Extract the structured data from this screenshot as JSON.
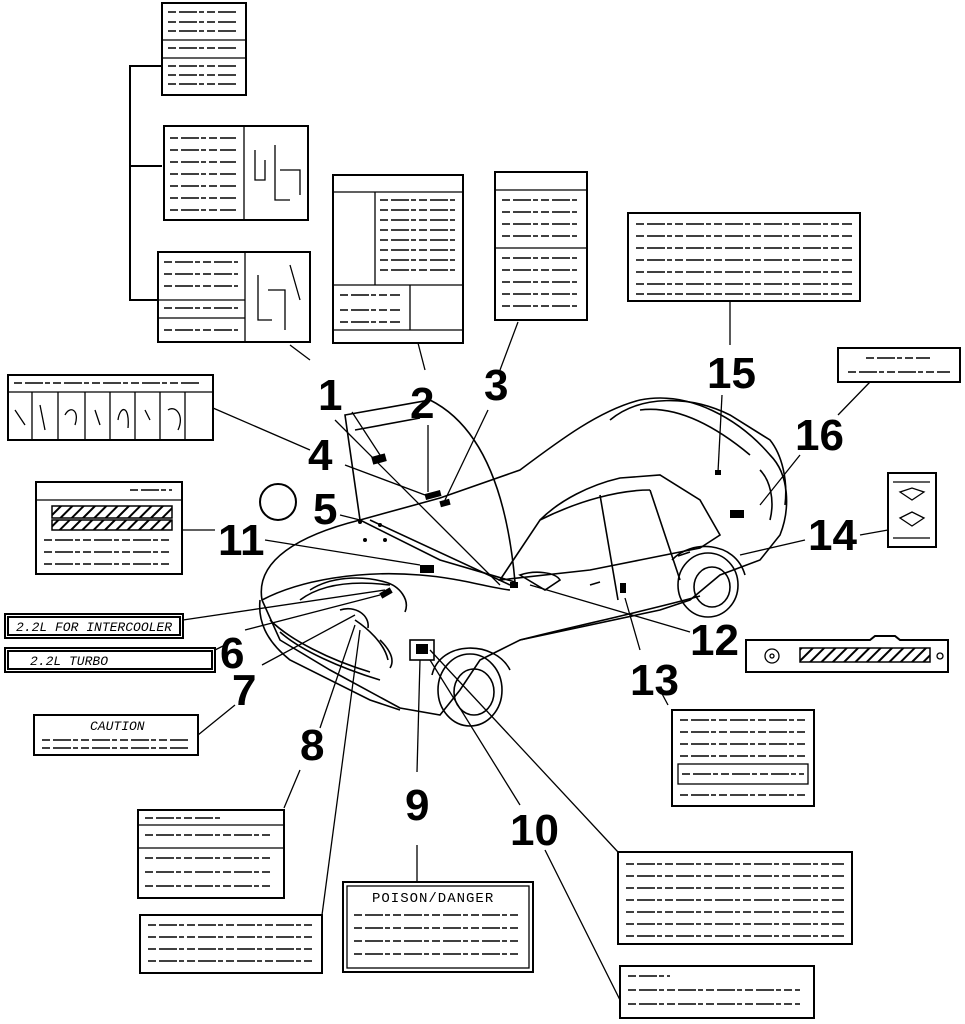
{
  "callouts": [
    "1",
    "2",
    "3",
    "4",
    "5",
    "6",
    "7",
    "8",
    "9",
    "10",
    "11",
    "12",
    "13",
    "14",
    "15",
    "16"
  ],
  "labels": {
    "label_6_upper": "2.2L FOR INTERCOOLER",
    "label_6_lower": "2.2L TURBO",
    "label_7": "CAUTION",
    "label_9": "POISON/DANGER"
  }
}
